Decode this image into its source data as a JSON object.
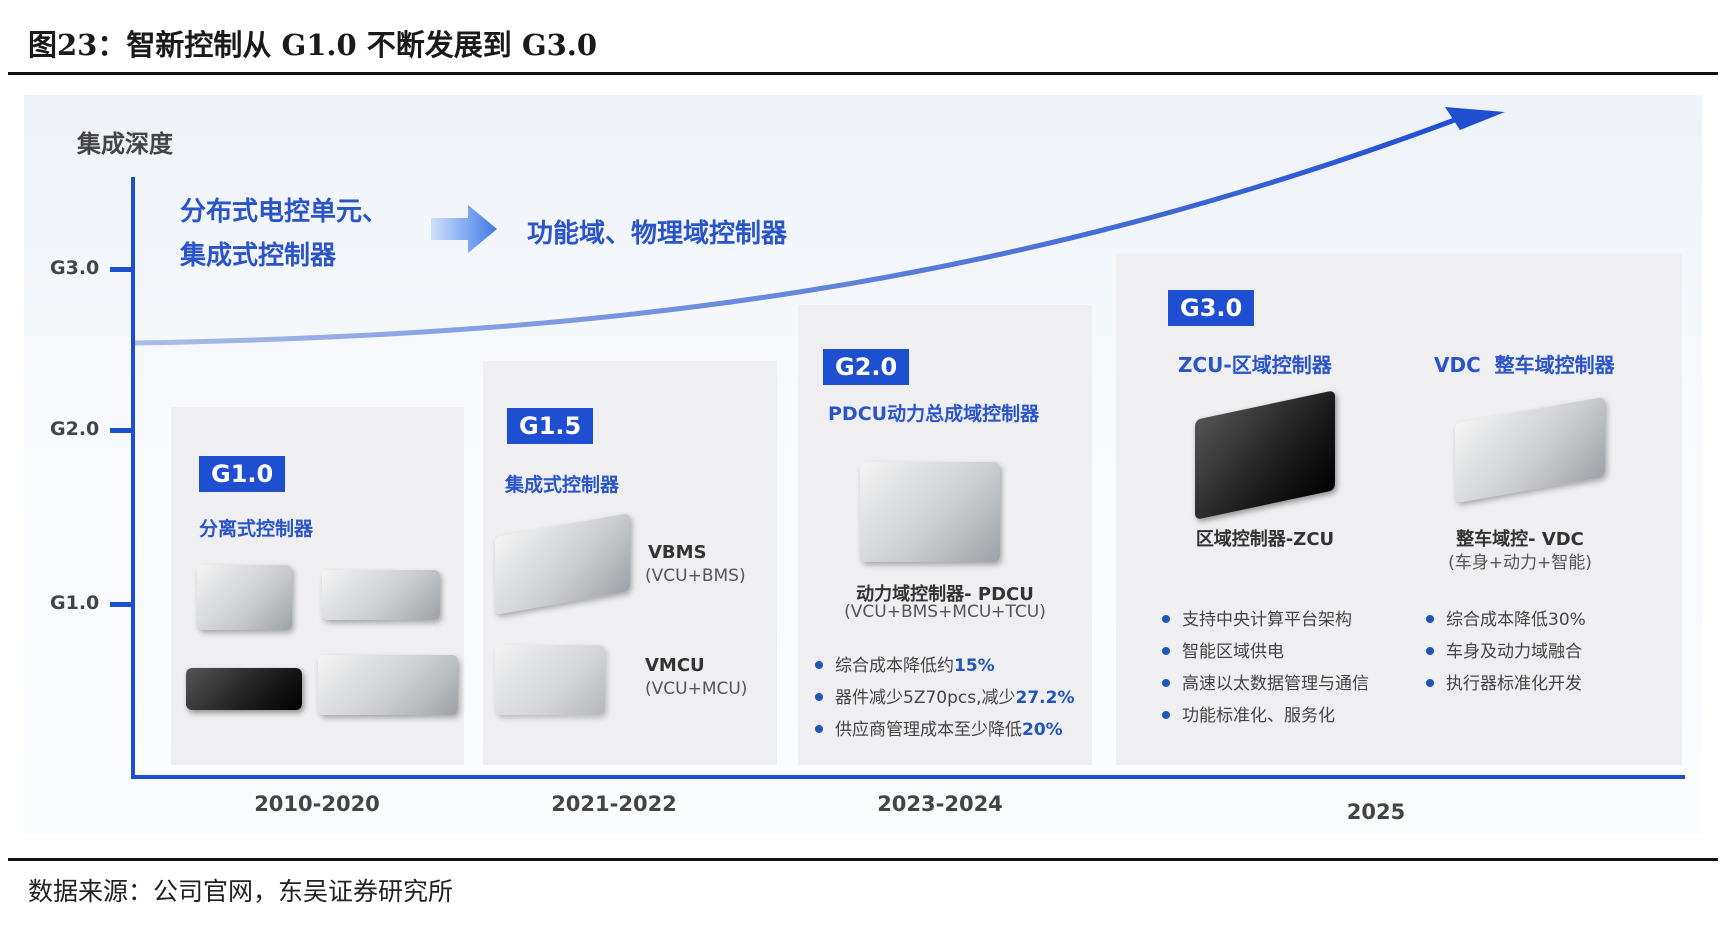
{
  "figure_title": "图23：智新控制从 G1.0 不断发展到 G3.0",
  "source": "数据来源：公司官网，东吴证券研究所",
  "axis": {
    "y_label": "集成深度",
    "ticks": [
      "G3.0",
      "G2.0",
      "G1.0"
    ],
    "years": [
      "2010-2020",
      "2021-2022",
      "2023-2024",
      "2025"
    ]
  },
  "top": {
    "left_line1": "分布式电控单元、",
    "left_line2": "集成式控制器",
    "right": "功能域、物理域控制器"
  },
  "g10": {
    "badge": "G1.0",
    "title": "分离式控制器"
  },
  "g15": {
    "badge": "G1.5",
    "title": "集成式控制器",
    "items": [
      {
        "name": "VBMS",
        "sub": "(VCU+BMS)"
      },
      {
        "name": "VMCU",
        "sub": "(VCU+MCU)"
      }
    ]
  },
  "g20": {
    "badge": "G2.0",
    "title": "PDCU动力总成域控制器",
    "name": "动力域控制器- PDCU",
    "sub": "(VCU+BMS+MCU+TCU)",
    "bullets": [
      {
        "text": "综合成本降低约",
        "hl": "15%"
      },
      {
        "text": "器件减少5Z70pcs,减少",
        "hl": "27.2%"
      },
      {
        "text": "供应商管理成本至少降低",
        "hl": "20%"
      }
    ]
  },
  "g30": {
    "badge": "G3.0",
    "zcu_title": "ZCU-区域控制器",
    "vdc_title": "VDC  整车域控制器",
    "zcu_name": "区域控制器-ZCU",
    "vdc_name": "整车域控- VDC",
    "vdc_sub": "(车身+动力+智能)",
    "zcu_bullets": [
      "支持中央计算平台架构",
      "智能区域供电",
      "高速以太数据管理与通信",
      "功能标准化、服务化"
    ],
    "vdc_bullets": [
      "综合成本降低30%",
      "车身及动力域融合",
      "执行器标准化开发"
    ]
  },
  "colors": {
    "accent": "#1f4fd1"
  }
}
